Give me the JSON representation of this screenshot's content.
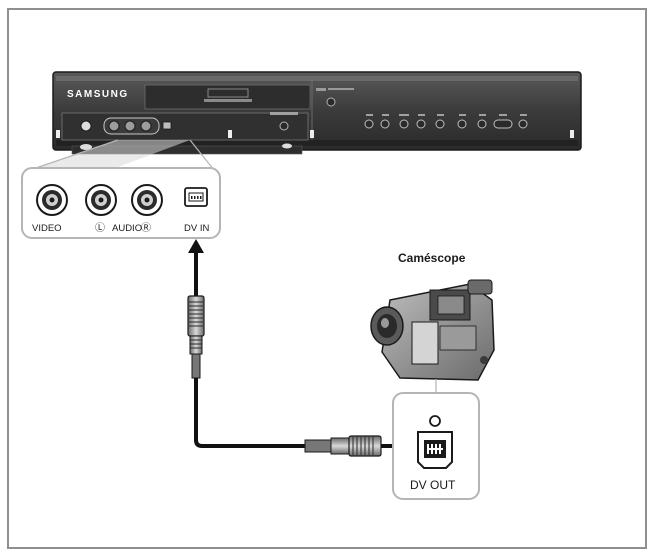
{
  "recorder": {
    "brand": "SAMSUNG"
  },
  "front_panel_ports": {
    "video_label": "VIDEO",
    "audio_l_label": "Ⓛ",
    "audio_label": "AUDIO",
    "audio_r_label": "Ⓡ",
    "dv_in_label": "DV IN"
  },
  "camcorder": {
    "label": "Caméscope"
  },
  "camcorder_port": {
    "dv_out_label": "DV OUT"
  },
  "colors": {
    "frame": "#8f8f8f",
    "device_body": "#3a3a3a",
    "cable": "#1a1a1a",
    "callout_border": "#b5b5b5"
  }
}
